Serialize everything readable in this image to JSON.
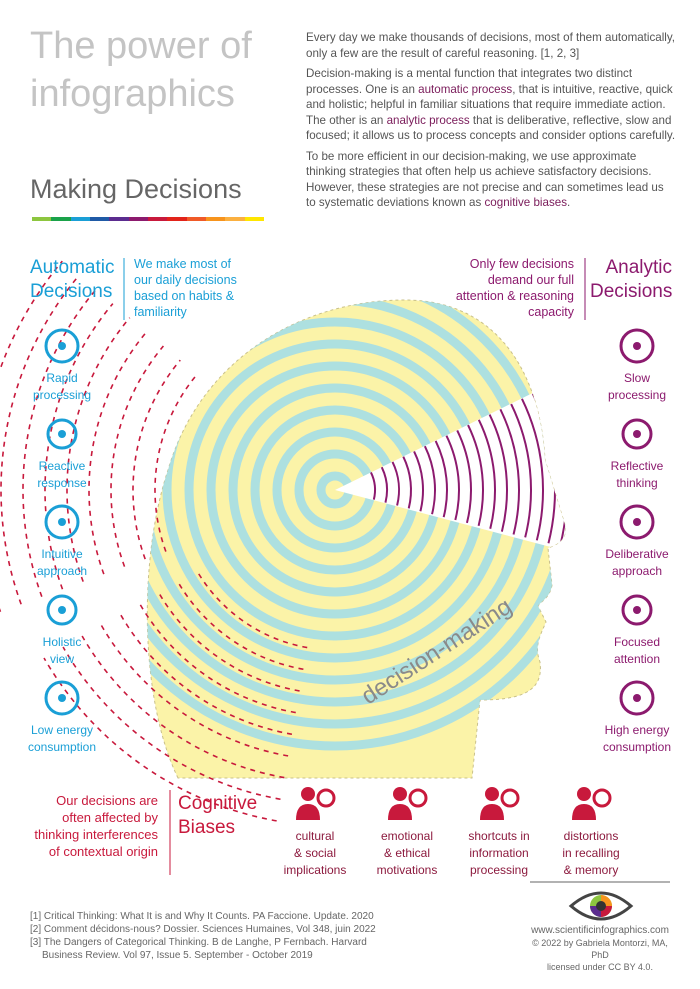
{
  "title": {
    "line1": "The power of",
    "line2": "infographics",
    "subtitle": "Making Decisions"
  },
  "rainbow": [
    "#8dc63f",
    "#1aa24a",
    "#1a9fd6",
    "#1f5aa6",
    "#5b2c8f",
    "#8c1a6e",
    "#c8193c",
    "#e2231a",
    "#f05a28",
    "#f7941d",
    "#fbb040",
    "#ffe600"
  ],
  "intro": {
    "p1": "Every day we make thousands of decisions, most of them automatically, only a few are the result of careful reasoning. [1, 2, 3]",
    "p2_a": "Decision-making is a mental function that integrates two distinct processes. One is an ",
    "p2_b": "automatic process",
    "p2_c": ", that is intuitive, reactive, quick and holistic; helpful in familiar situations that require immediate action. The other is an ",
    "p2_d": "analytic process",
    "p2_e": " that is deliberative, reflective, slow and focused; it allows us to process concepts and consider options carefully.",
    "p3_a": "To be more efficient in our decision-making, we use approximate thinking strategies that often help us achieve satisfactory decisions. However, these strategies are not precise and can sometimes lead us to systematic deviations known as ",
    "p3_b": "cognitive biases",
    "p3_c": "."
  },
  "automatic": {
    "title_1": "Automatic",
    "title_2": "Decisions",
    "desc": "We make most of our daily decisions based on habits & familiarity",
    "items": [
      {
        "icon": "stopwatch-icon",
        "l1": "Rapid",
        "l2": "processing"
      },
      {
        "icon": "cloud-lightning-icon",
        "l1": "Reactive",
        "l2": "response"
      },
      {
        "icon": "antenna-icon",
        "l1": "Intuitive",
        "l2": "approach"
      },
      {
        "icon": "cycle-arrows-icon",
        "l1": "Holistic",
        "l2": "view"
      },
      {
        "icon": "leaf-icon",
        "l1": "Low energy",
        "l2": "consumption"
      }
    ]
  },
  "analytic": {
    "title_1": "Analytic",
    "title_2": "Decisions",
    "desc": "Only few decisions demand our full attention & reasoning capacity",
    "items": [
      {
        "icon": "clock-icon",
        "l1": "Slow",
        "l2": "processing"
      },
      {
        "icon": "lightbulb-icon",
        "l1": "Reflective",
        "l2": "thinking"
      },
      {
        "icon": "scales-icon",
        "l1": "Deliberative",
        "l2": "approach"
      },
      {
        "icon": "target-icon",
        "l1": "Focused",
        "l2": "attention"
      },
      {
        "icon": "battery-plug-icon",
        "l1": "High energy",
        "l2": "consumption"
      }
    ]
  },
  "head_label": "decision-making",
  "biases": {
    "desc": "Our decisions are often affected by thinking interferences of contextual origin",
    "title_1": "Cognitive",
    "title_2": "Biases",
    "items": [
      {
        "icon": "group-people-icon",
        "l1": "cultural",
        "l2": "& social",
        "l3": "implications"
      },
      {
        "icon": "person-heart-icon",
        "l1": "emotional",
        "l2": "& ethical",
        "l3": "motivations"
      },
      {
        "icon": "person-gear-icon",
        "l1": "shortcuts in",
        "l2": "information",
        "l3": "processing"
      },
      {
        "icon": "person-thought-icon",
        "l1": "distortions",
        "l2": "in recalling",
        "l3": "& memory"
      }
    ]
  },
  "references": [
    "[1] Critical Thinking: What It is and Why It Counts. PA Faccione. Update. 2020",
    "[2] Comment décidons-nous? Dossier. Sciences Humaines, Vol 348, juin 2022",
    "[3] The Dangers of Categorical Thinking. B de Langhe, P Fernbach. Harvard",
    "Business Review. Vol 97, Issue 5. September - October 2019"
  ],
  "credit": {
    "url": "www.scientificinfographics.com",
    "copyright": "© 2022 by Gabriela Montorzi, MA, PhD",
    "license": "licensed under CC BY 4.0."
  },
  "colors": {
    "blue": "#1a9fd6",
    "purple": "#8c1a6e",
    "red": "#c8193c",
    "head": "#fbf3a8"
  }
}
